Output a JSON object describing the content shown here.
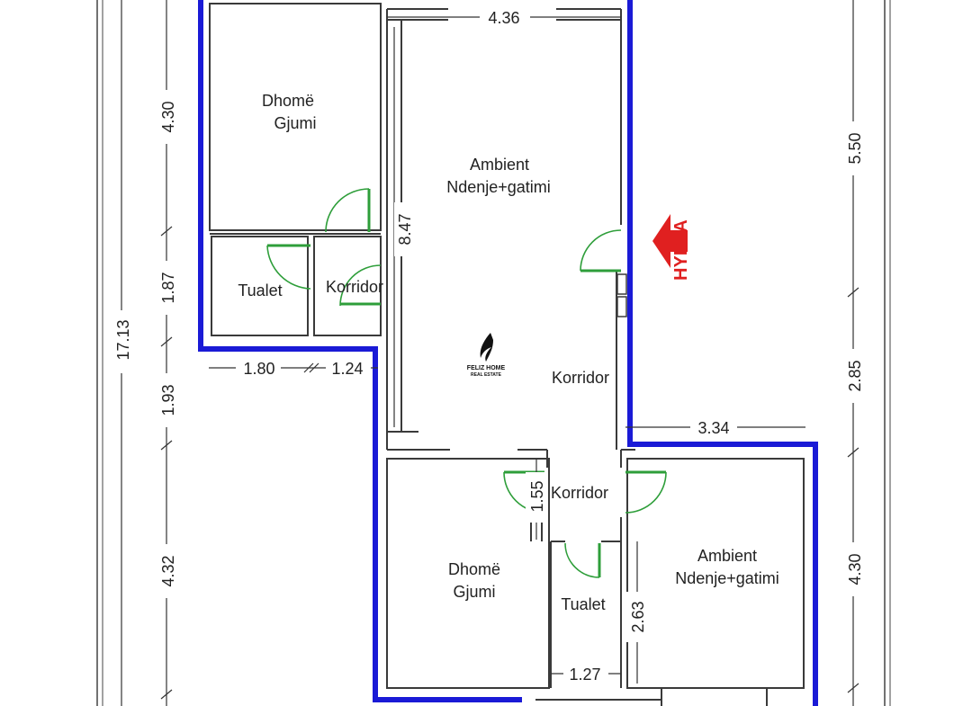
{
  "colors": {
    "boundary": "#1a1ad6",
    "door": "#2e9e3a",
    "entrance": "#e02020",
    "wall": "#3a3a3a"
  },
  "rooms": {
    "bedroom_top": {
      "line1": "Dhomë",
      "line2": "Gjumi"
    },
    "living_top": {
      "line1": "Ambient",
      "line2": "Ndenje+gatimi"
    },
    "toilet_top": "Tualet",
    "corridor_top": "Korridor",
    "corridor_mid": "Korridor",
    "corridor_bottom": "Korridor",
    "bedroom_bottom": {
      "line1": "Dhomë",
      "line2": "Gjumi"
    },
    "toilet_bottom": "Tualet",
    "living_bottom": {
      "line1": "Ambient",
      "line2": "Ndenje+gatimi"
    }
  },
  "entrance": {
    "label": "HYRJA",
    "icon": "arrow-left-icon"
  },
  "dimensions": {
    "d_436": "4.36",
    "d_430_left": "4.30",
    "d_187": "1.87",
    "d_1713": "17.13",
    "d_193": "1.93",
    "d_432": "4.32",
    "d_180": "1.80",
    "d_124": "1.24",
    "d_847": "8.47",
    "d_550": "5.50",
    "d_285": "2.85",
    "d_430_right": "4.30",
    "d_334": "3.34",
    "d_155": "1.55",
    "d_263": "2.63",
    "d_127": "1.27"
  },
  "logo": {
    "brand": "FELIZ HOME",
    "sub": "REAL ESTATE",
    "icon": "feather-logo-icon"
  }
}
